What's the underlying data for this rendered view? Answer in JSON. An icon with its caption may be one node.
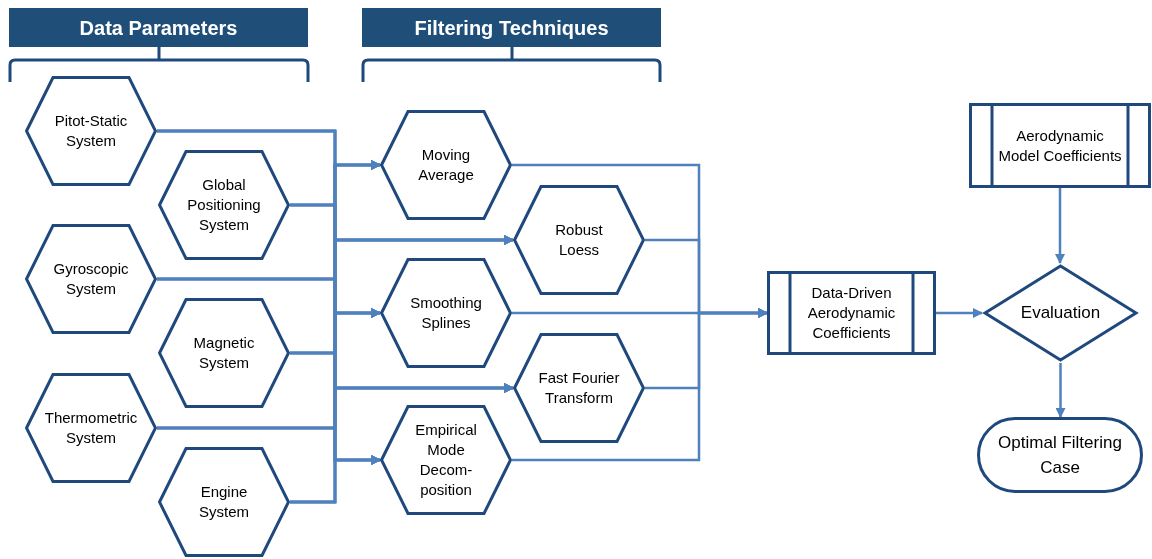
{
  "diagram": {
    "nodes": [
      {
        "text": [
          "Data Parameters"
        ]
      },
      {
        "text": [
          "Filtering Techniques"
        ]
      },
      {
        "text": [
          "Pitot-Static System"
        ]
      },
      {
        "text": [
          "Global Positioning System"
        ]
      },
      {
        "text": [
          "Gyroscopic System"
        ]
      },
      {
        "text": [
          "Magnetic System"
        ]
      },
      {
        "text": [
          "Thermometric System"
        ]
      },
      {
        "text": [
          "Engine System"
        ]
      },
      {
        "text": [
          "Moving Average"
        ]
      },
      {
        "text": [
          "Robust Loess"
        ]
      },
      {
        "text": [
          "Smoothing Splines"
        ]
      },
      {
        "text": [
          "Fast Fourier Transform"
        ]
      },
      {
        "text": [
          "Empirical Mode Decom- position"
        ]
      },
      {
        "text": [
          "Data-Driven Aerodynamic Coefficients"
        ]
      },
      {
        "text": [
          "Aerodynamic Model Coefficients"
        ]
      },
      {
        "text": [
          "Evaluation"
        ]
      },
      {
        "text": [
          "Optimal Filtering Case"
        ]
      }
    ],
    "edges": [
      {
        "from": 2,
        "to": 8,
        "arrow": "to"
      },
      {
        "from": 2,
        "to": 9,
        "arrow": "to"
      },
      {
        "from": 2,
        "to": 10,
        "arrow": "to"
      },
      {
        "from": 2,
        "to": 11,
        "arrow": "to"
      },
      {
        "from": 2,
        "to": 12,
        "arrow": "to"
      },
      {
        "from": 3,
        "to": 8,
        "arrow": "to"
      },
      {
        "from": 3,
        "to": 9,
        "arrow": "to"
      },
      {
        "from": 3,
        "to": 10,
        "arrow": "to"
      },
      {
        "from": 3,
        "to": 11,
        "arrow": "to"
      },
      {
        "from": 3,
        "to": 12,
        "arrow": "to"
      },
      {
        "from": 4,
        "to": 8,
        "arrow": "to"
      },
      {
        "from": 4,
        "to": 9,
        "arrow": "to"
      },
      {
        "from": 4,
        "to": 10,
        "arrow": "to"
      },
      {
        "from": 4,
        "to": 11,
        "arrow": "to"
      },
      {
        "from": 4,
        "to": 12,
        "arrow": "to"
      },
      {
        "from": 5,
        "to": 8,
        "arrow": "to"
      },
      {
        "from": 5,
        "to": 9,
        "arrow": "to"
      },
      {
        "from": 5,
        "to": 10,
        "arrow": "to"
      },
      {
        "from": 5,
        "to": 11,
        "arrow": "to"
      },
      {
        "from": 5,
        "to": 12,
        "arrow": "to"
      },
      {
        "from": 6,
        "to": 8,
        "arrow": "to"
      },
      {
        "from": 6,
        "to": 9,
        "arrow": "to"
      },
      {
        "from": 6,
        "to": 10,
        "arrow": "to"
      },
      {
        "from": 6,
        "to": 11,
        "arrow": "to"
      },
      {
        "from": 6,
        "to": 12,
        "arrow": "to"
      },
      {
        "from": 7,
        "to": 8,
        "arrow": "to"
      },
      {
        "from": 7,
        "to": 9,
        "arrow": "to"
      },
      {
        "from": 7,
        "to": 10,
        "arrow": "to"
      },
      {
        "from": 7,
        "to": 11,
        "arrow": "to"
      },
      {
        "from": 7,
        "to": 12,
        "arrow": "to"
      },
      {
        "from": 8,
        "to": 13,
        "arrow": "to"
      },
      {
        "from": 9,
        "to": 13,
        "arrow": "to"
      },
      {
        "from": 10,
        "to": 13,
        "arrow": "to"
      },
      {
        "from": 11,
        "to": 13,
        "arrow": "to"
      },
      {
        "from": 12,
        "to": 13,
        "arrow": "to"
      },
      {
        "from": 13,
        "to": 15,
        "arrow": "to"
      },
      {
        "from": 14,
        "to": 15,
        "arrow": "to"
      },
      {
        "from": 15,
        "to": 16,
        "arrow": "to"
      }
    ]
  }
}
